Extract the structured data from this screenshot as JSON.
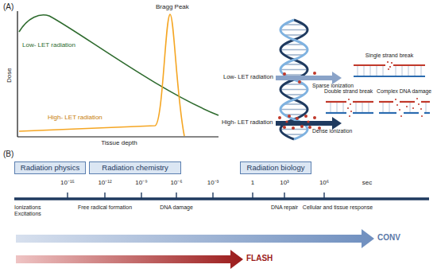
{
  "diagram": {
    "nodes": [
      {
        "text": [
          "Radiation physics"
        ]
      },
      {
        "text": [
          "Radiation chemistry"
        ]
      },
      {
        "text": [
          "Radiation biology"
        ]
      }
    ],
    "labels": [
      "(A)",
      "Dose",
      "Tissue depth",
      "Low- LET radiation",
      "High- LET radiation",
      "Bragg Peak",
      "Low- LET radiation",
      "Sparse ionization",
      "High- LET radiation",
      "Dense ionization",
      "Single strand break",
      "Double strand break",
      "Complex DNA damage",
      "(B)",
      "10⁻¹⁵",
      "10⁻¹²",
      "10⁻⁹",
      "10⁻⁶",
      "10⁻³",
      "1",
      "10³",
      "10⁶",
      "sec",
      "Ionizations Excitations",
      "Free radical formation",
      "DNA damage",
      "DNA repair",
      "Cellular and tissue response",
      "CONV",
      "FLASH"
    ]
  }
}
